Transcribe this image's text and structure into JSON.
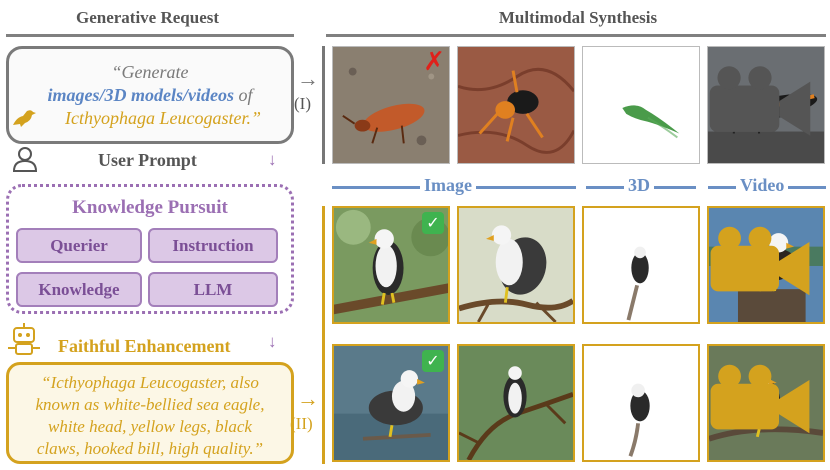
{
  "left": {
    "header": "Generative Request",
    "request_box": {
      "line1": "“Generate",
      "line2_emph": "images/3D models/videos",
      "line2_rest": " of",
      "line3": "Icthyophaga Leucogaster.”"
    },
    "user_prompt_label": "User Prompt",
    "knowledge_pursuit": {
      "title": "Knowledge Pursuit",
      "chips": [
        "Querier",
        "Instruction",
        "Knowledge",
        "LLM"
      ]
    },
    "faithful_label": "Faithful Enhancement",
    "enhanced_prompt": {
      "line1": "“Icthyophaga Leucogaster, also",
      "line2": "known as white-bellied sea eagle,",
      "line3": "white head, yellow legs, black",
      "line4": "claws, hooked bill, high quality.”"
    }
  },
  "right": {
    "header": "Multimodal Synthesis",
    "row_labels": [
      "(I)",
      "(II)"
    ],
    "column_labels": [
      "Image",
      "3D",
      "Video"
    ]
  },
  "colors": {
    "gray": "#7a7a7a",
    "purple": "#9b6fb3",
    "gold": "#d4a21e",
    "blue": "#6a8fc4"
  }
}
